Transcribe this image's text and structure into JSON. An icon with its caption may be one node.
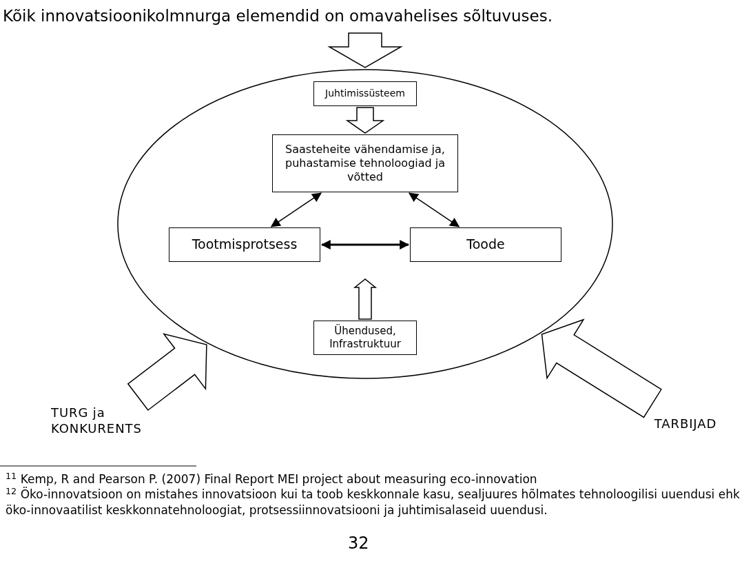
{
  "diagram": {
    "title": "Kõik innovatsioonikolmnurga elemendid on omavahelises sõltuvuses.",
    "nodes": [
      {
        "text": [],
        "shape": "ellipse"
      },
      {
        "text": [
          "Juhtimissüsteem"
        ],
        "in": 0
      },
      {
        "text": [
          "Saasteheite vähendamise ja, puhastamise tehnoloogiad ja võtted"
        ],
        "in": 0
      },
      {
        "text": [
          "Tootmisprotsess"
        ],
        "in": 0
      },
      {
        "text": [
          "Toode"
        ],
        "in": 0
      },
      {
        "text": [
          "Ühendused, Infrastruktuur"
        ],
        "in": 0
      },
      {
        "text": [
          "TURG ja KONKURENTS"
        ]
      },
      {
        "text": [
          "TARBIJAD"
        ]
      }
    ],
    "edges": [
      {
        "from": null,
        "to": 0,
        "arrow": "to",
        "style": "thick"
      },
      {
        "from": 1,
        "to": 2,
        "arrow": "to",
        "style": "thick"
      },
      {
        "from": 2,
        "to": 3,
        "arrow": "both"
      },
      {
        "from": 2,
        "to": 4,
        "arrow": "both"
      },
      {
        "from": 3,
        "to": 4,
        "arrow": "both"
      },
      {
        "from": 5,
        "to": null,
        "arrow": "to",
        "style": "thick"
      },
      {
        "from": 6,
        "to": 0,
        "arrow": "to",
        "style": "thick"
      },
      {
        "from": 7,
        "to": 0,
        "arrow": "to",
        "style": "thick"
      }
    ],
    "labels": [
      "$^{11}$ Kemp, R and Pearson P. (2007) Final Report MEI project about measuring eco-innovation",
      "$^{12}$ Öko-innovatsioon on mistahes innovatsioon kui ta toob keskkonnale kasu, sealjuures hõlmates tehnoloogilisi uuendusi ehk öko-innovaatilist keskkonnatehnoloogiat, protsessiinnovatsiooni ja juhtimisalaseid uuendusi.",
      "32"
    ]
  }
}
